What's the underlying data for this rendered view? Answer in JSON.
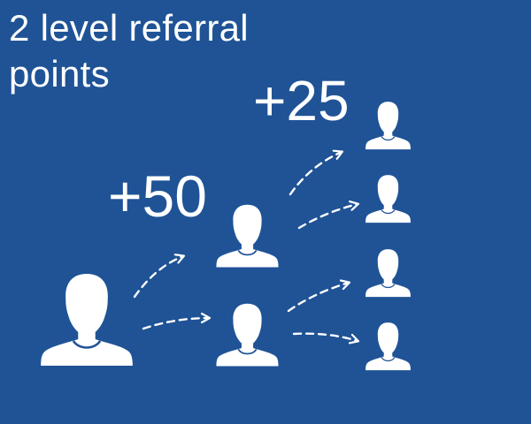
{
  "title": {
    "line1": "2 level referral",
    "line2": "points"
  },
  "levels": [
    {
      "points": "+50"
    },
    {
      "points": "+25"
    }
  ],
  "colors": {
    "background": "#1f5396",
    "foreground": "#ffffff",
    "person_collar": "#1f5396"
  },
  "icons": {
    "person": "person-icon",
    "arrow": "dashed-arrow"
  }
}
